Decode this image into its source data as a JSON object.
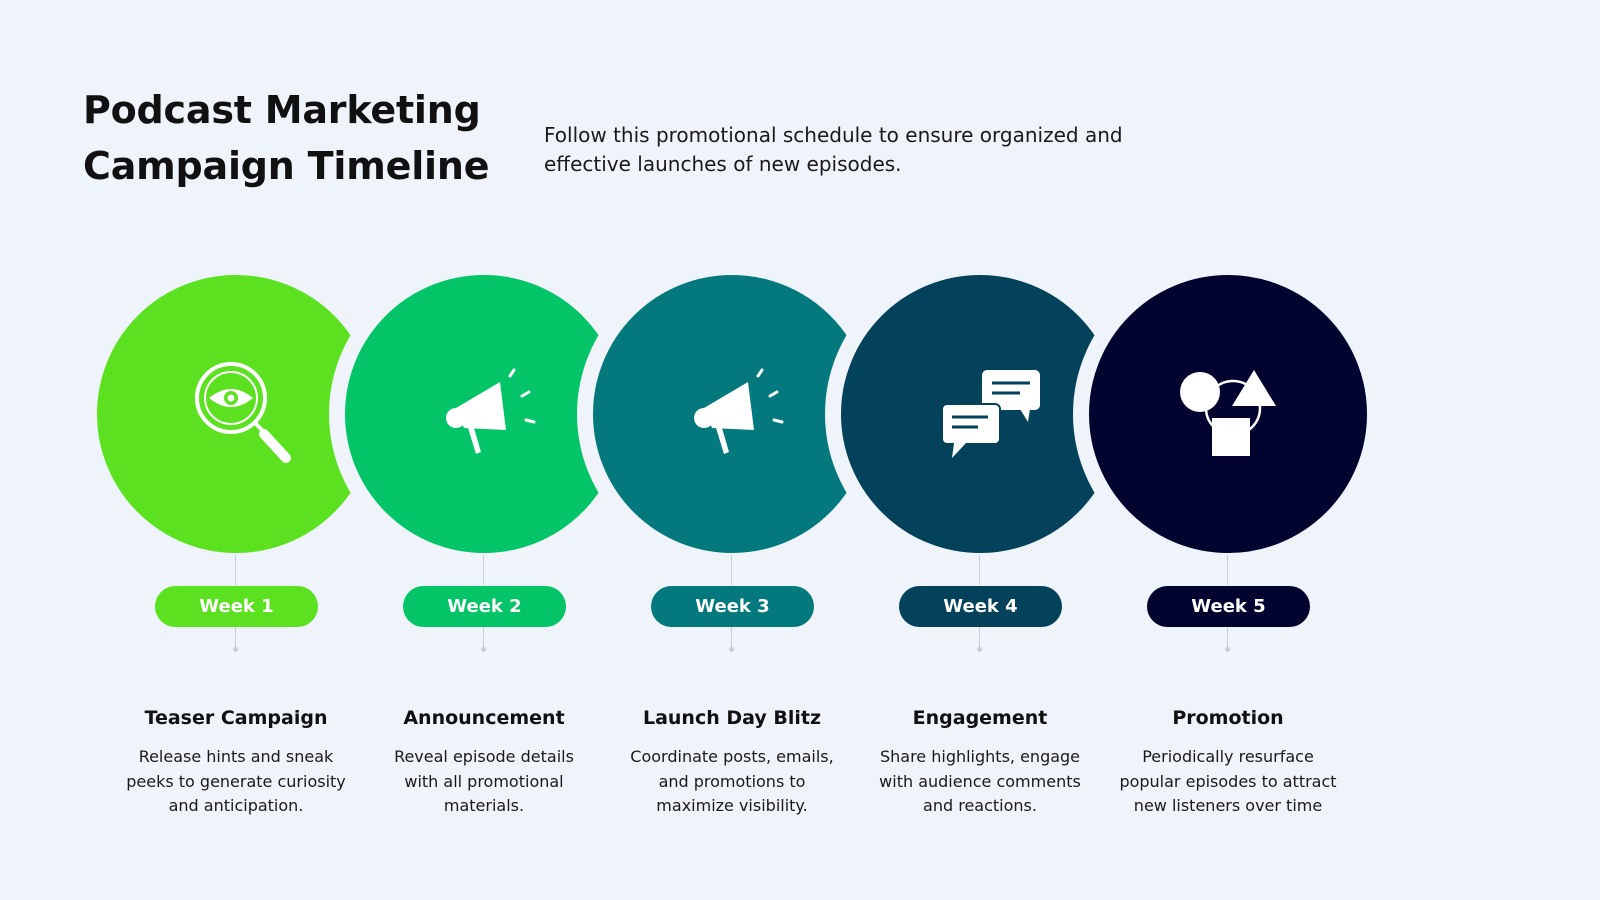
{
  "title_lines": [
    "Podcast Marketing",
    "Campaign Timeline"
  ],
  "subtitle_lines": [
    "Follow this promotional schedule to ensure organized and",
    "effective launches of new episodes."
  ],
  "stages": [
    {
      "week": "Week 1",
      "title": "Teaser Campaign",
      "desc_lines": [
        "Release hints and sneak",
        "peeks to generate curiosity",
        "and anticipation."
      ],
      "color": "#5ce121",
      "icon": "magnifier-eye-icon"
    },
    {
      "week": "Week 2",
      "title": "Announcement",
      "desc_lines": [
        "Reveal episode details",
        "with all promotional",
        "materials."
      ],
      "color": "#03c466",
      "icon": "megaphone-icon"
    },
    {
      "week": "Week 3",
      "title": "Launch Day Blitz",
      "desc_lines": [
        "Coordinate posts, emails,",
        "and promotions to",
        "maximize visibility."
      ],
      "color": "#03787d",
      "icon": "megaphone-icon"
    },
    {
      "week": "Week 4",
      "title": "Engagement",
      "desc_lines": [
        "Share highlights, engage",
        "with audience comments",
        "and reactions."
      ],
      "color": "#03425a",
      "icon": "chat-bubbles-icon"
    },
    {
      "week": "Week 5",
      "title": "Promotion",
      "desc_lines": [
        "Periodically resurface",
        "popular episodes to attract",
        "new listeners over time"
      ],
      "color": "#02032f",
      "icon": "shapes-icon"
    }
  ],
  "colors": {
    "background": "#eff3fa",
    "icon": "#ffffff",
    "connector": "#c9ced6"
  }
}
